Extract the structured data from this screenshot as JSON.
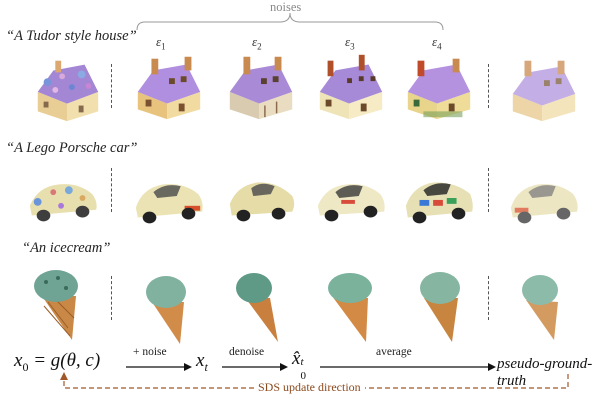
{
  "header": {
    "noises_label": "noises",
    "epsilons": [
      {
        "symbol": "ε",
        "sub": "1"
      },
      {
        "symbol": "ε",
        "sub": "2"
      },
      {
        "symbol": "ε",
        "sub": "3"
      },
      {
        "symbol": "ε",
        "sub": "4"
      }
    ]
  },
  "rows": [
    {
      "prompt": "“A Tudor style house”",
      "subject": "house"
    },
    {
      "prompt": "“A Lego Porsche car”",
      "subject": "car"
    },
    {
      "prompt": "“An icecream”",
      "subject": "icecream"
    }
  ],
  "pipeline": {
    "x0_lhs": "x",
    "x0_sub": "0",
    "x0_rhs": " = g(θ, c)",
    "noise_label": "+ noise",
    "xt": "x",
    "xt_sub": "t",
    "denoise_label": "denoise",
    "xhat": "x̂",
    "xhat_sub": "0",
    "xhat_sup": "t",
    "average_label": "average",
    "output_label": "pseudo-ground-truth",
    "feedback_label": "SDS update direction"
  },
  "colors": {
    "feedback": "#a0572a",
    "roof": "#a98bd6",
    "wall": "#f1dca0",
    "car_body": "#e9e2b3",
    "ice": "#7fae9b",
    "cone": "#c98845"
  }
}
